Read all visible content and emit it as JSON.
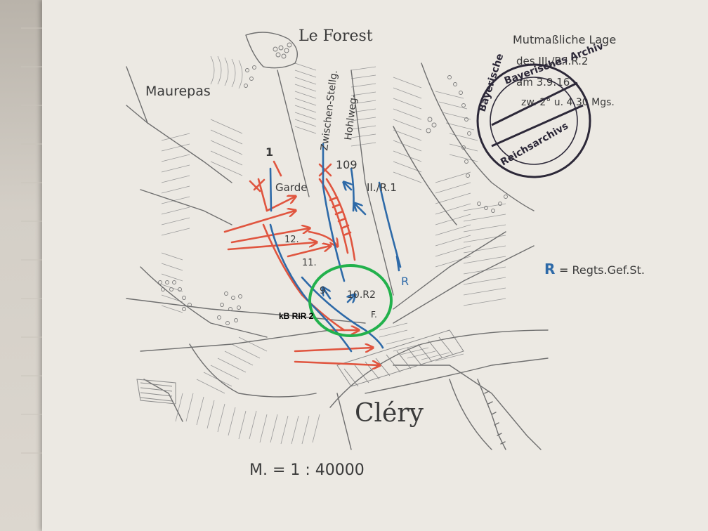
{
  "places": {
    "le_forest": "Le Forest",
    "maurepas": "Maurepas",
    "clery": "Cléry"
  },
  "positions": {
    "zwischen_stellg": "Zwischen-Stellg.",
    "hohlweg": "Hohlweg-",
    "height_109": "109",
    "garde": "Garde",
    "ii_r1": "II./R.1",
    "unit_12": "12.",
    "unit_11": "11.",
    "unit_9": "9.",
    "unit_10_r2": "10.R2",
    "unit_f": "F.",
    "unit_marker_1": "1",
    "regts_mark": "R"
  },
  "annotation": {
    "note_line1": "Mutmaßliche Lage",
    "note_line2": "des III./R.I.R.2",
    "note_line3": "am 3.9.16",
    "note_line4": "zw. 2° u. 4.30 Mgs.",
    "legend_symbol": "R",
    "legend_text": "= Regts.Gef.St."
  },
  "stamp": {
    "top_arc": "Bayerische",
    "middle_arc": "Bayerisches Archiv",
    "bottom_arc": "Reichsarchivs"
  },
  "overlay": {
    "label": "kB RIR 2",
    "circle_color": "#22b14c"
  },
  "scale": {
    "text": "M. = 1 : 40000"
  },
  "colors": {
    "red_arrows": "#e0553f",
    "blue_lines": "#2e6aa8",
    "pencil": "#6f6f6f",
    "paper": "#ece9e3"
  }
}
